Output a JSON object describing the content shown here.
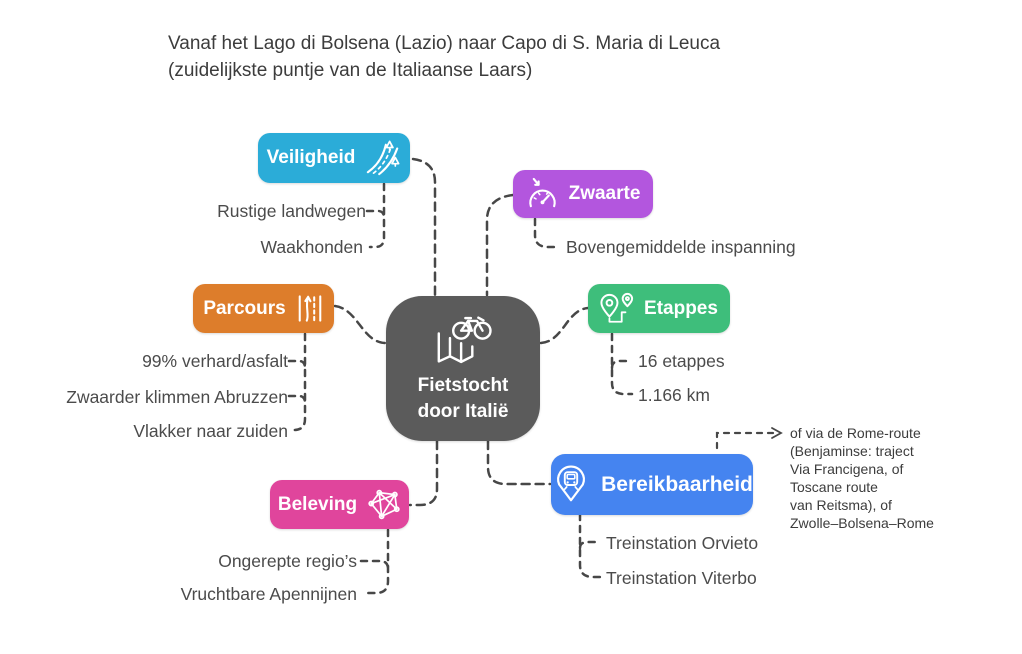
{
  "title": "Vanaf het Lago di Bolsena (Lazio) naar Capo di S. Maria di Leuca\n(zuidelijkste puntje van de Italiaanse Laars)",
  "center": {
    "label": "Fietstocht\ndoor Italië",
    "color": "#5b5b5b",
    "icon": "map-bicycle-icon"
  },
  "branches": [
    {
      "id": "veiligheid",
      "label": "Veiligheid",
      "color": "#2bacd8",
      "icon": "country-road-icon",
      "children": [
        "Rustige landwegen",
        "Waakhonden"
      ]
    },
    {
      "id": "zwaarte",
      "label": "Zwaarte",
      "color": "#b356de",
      "icon": "gauge-icon",
      "children": [
        "Bovengemiddelde inspanning"
      ]
    },
    {
      "id": "parcours",
      "label": "Parcours",
      "color": "#dd7d2b",
      "icon": "road-lanes-icon",
      "children": [
        "99% verhard/asfalt",
        "Zwaarder klimmen Abruzzen",
        "Vlakker naar zuiden"
      ]
    },
    {
      "id": "etappes",
      "label": "Etappes",
      "color": "#3ebe7b",
      "icon": "route-pins-icon",
      "children": [
        "16 etappes",
        "1.166 km"
      ]
    },
    {
      "id": "beleving",
      "label": "Beleving",
      "color": "#e0459c",
      "icon": "network-icon",
      "children": [
        "Ongerepte regio’s",
        "Vruchtbare Apennijnen"
      ]
    },
    {
      "id": "bereikbaarheid",
      "label": "Bereikbaarheid",
      "color": "#4584f0",
      "icon": "train-pin-icon",
      "children": [
        "Treinstation Orvieto",
        "Treinstation Viterbo"
      ]
    }
  ],
  "note": {
    "text": "of via de Rome-route\n(Benjaminse: traject\nVia Francigena, of\nToscane route\nvan Reitsma), of\nZwolle–Bolsena–Rome"
  },
  "connector_color": "#474747"
}
